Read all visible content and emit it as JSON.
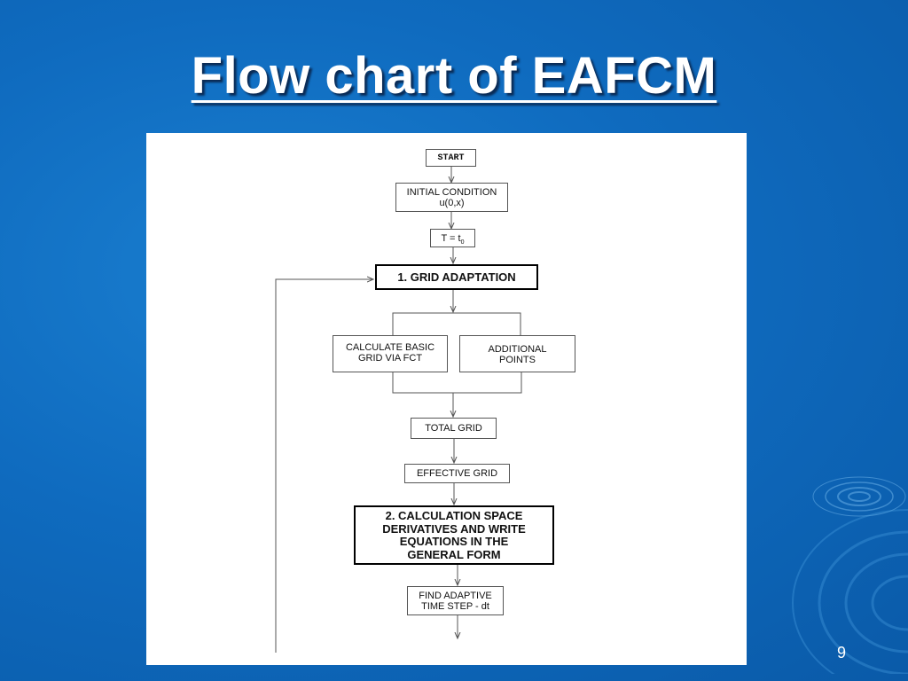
{
  "slide": {
    "title": "Flow chart of EAFCM",
    "page_number": "9"
  },
  "flowchart": {
    "start": "START",
    "initial_condition": [
      "INITIAL CONDITION",
      "u(0,x)"
    ],
    "time_init": {
      "text": "T = t",
      "subscript": "0"
    },
    "grid_adaptation": "1. GRID ADAPTATION",
    "basic_grid": [
      "CALCULATE BASIC",
      "GRID VIA FCT"
    ],
    "additional_points": [
      "ADDITIONAL",
      "POINTS"
    ],
    "total_grid": "TOTAL GRID",
    "effective_grid": "EFFECTIVE GRID",
    "calc_derivatives": [
      "2. CALCULATION SPACE",
      "DERIVATIVES AND WRITE",
      "EQUATIONS IN THE",
      "GENERAL FORM"
    ],
    "adaptive_step": [
      "FIND ADAPTIVE",
      "TIME STEP - dt"
    ]
  },
  "colors": {
    "background": "#0f6bbf",
    "title": "#ffffff",
    "panel": "#ffffff",
    "line": "#555555"
  }
}
